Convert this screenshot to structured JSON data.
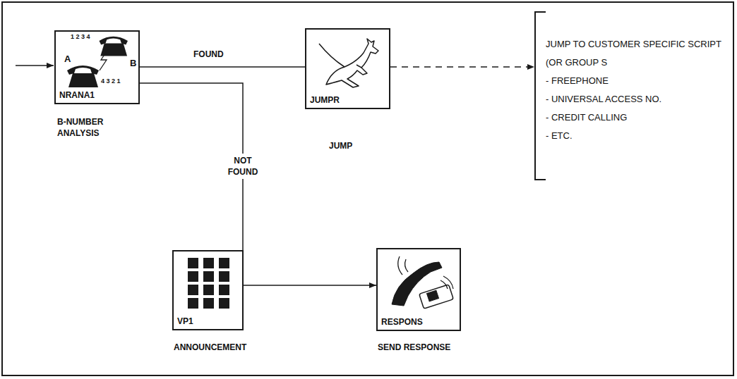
{
  "diagram": {
    "nodes": [
      {
        "text": [
          "NRANA1",
          "B-NUMBER ANALYSIS"
        ]
      },
      {
        "text": [
          "JUMPR",
          "JUMP"
        ]
      },
      {
        "text": [
          "VP1",
          "ANNOUNCEMENT"
        ]
      },
      {
        "text": [
          "RESPONS",
          "SEND RESPONSE"
        ]
      },
      {
        "text": [
          "JUMP TO CUSTOMER SPECIFIC SCRIPT (OR GROUP S",
          "- FREEPHONE",
          "- UNIVERSAL ACCESS NO.",
          "- CREDIT CALLING",
          "- ETC."
        ]
      }
    ],
    "edges": [
      {
        "from": 0,
        "to": 1,
        "label": "FOUND",
        "arrow": "none"
      },
      {
        "from": 0,
        "to": 2,
        "label": "NOT FOUND",
        "arrow": "none"
      },
      {
        "from": 1,
        "to": 4,
        "arrow": "to"
      },
      {
        "from": 2,
        "to": 3,
        "arrow": "to"
      }
    ],
    "labels": [
      "1 2 3 4",
      "A",
      "B",
      "4 3 2 1"
    ]
  }
}
